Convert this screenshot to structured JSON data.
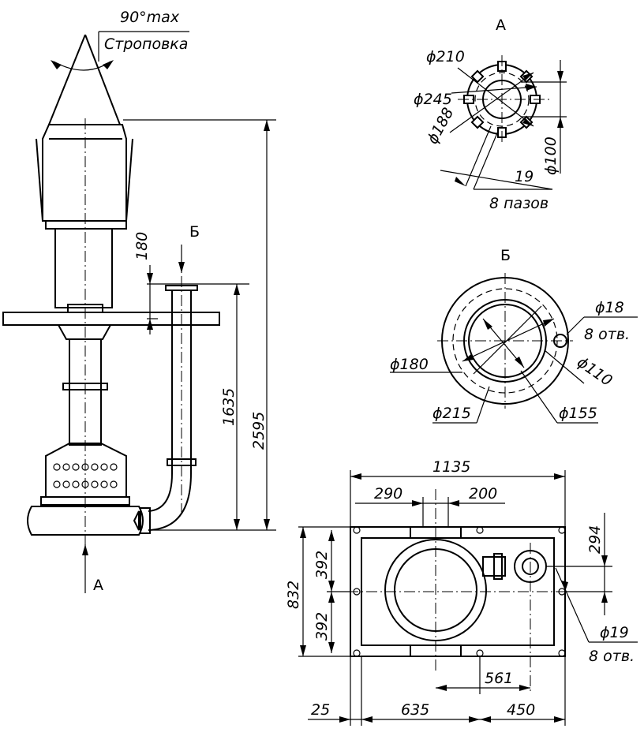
{
  "side_view": {
    "sling_angle": "90°max",
    "sling_label": "Строповка",
    "dim_flange_offset": "180",
    "dim_discharge_height": "1635",
    "dim_total_height": "2595",
    "view_a_marker": "А",
    "view_b_marker": "Б"
  },
  "view_a": {
    "title": "А",
    "d_outer": "ϕ210",
    "d_bolt_circle": "ϕ245",
    "d_inner": "ϕ188",
    "slot_width": "19",
    "slot_count": "8 пазов",
    "height": "ϕ100"
  },
  "view_b": {
    "title": "Б",
    "hole_diameter": "ϕ18",
    "hole_count": "8 отв.",
    "d_inner": "ϕ180",
    "d_bore": "ϕ110",
    "d_outer": "ϕ215",
    "d_bolt_circle": "ϕ155"
  },
  "plan_view": {
    "width_total": "1135",
    "dim_left": "290",
    "dim_right": "200",
    "depth_total": "832",
    "depth_half_top": "392",
    "depth_half_bottom": "392",
    "offset_top": "294",
    "hole_diameter": "ϕ19",
    "hole_count": "8 отв.",
    "dim_outlet": "561",
    "dim_edge": "25",
    "dim_span_left": "635",
    "dim_span_right": "450"
  }
}
